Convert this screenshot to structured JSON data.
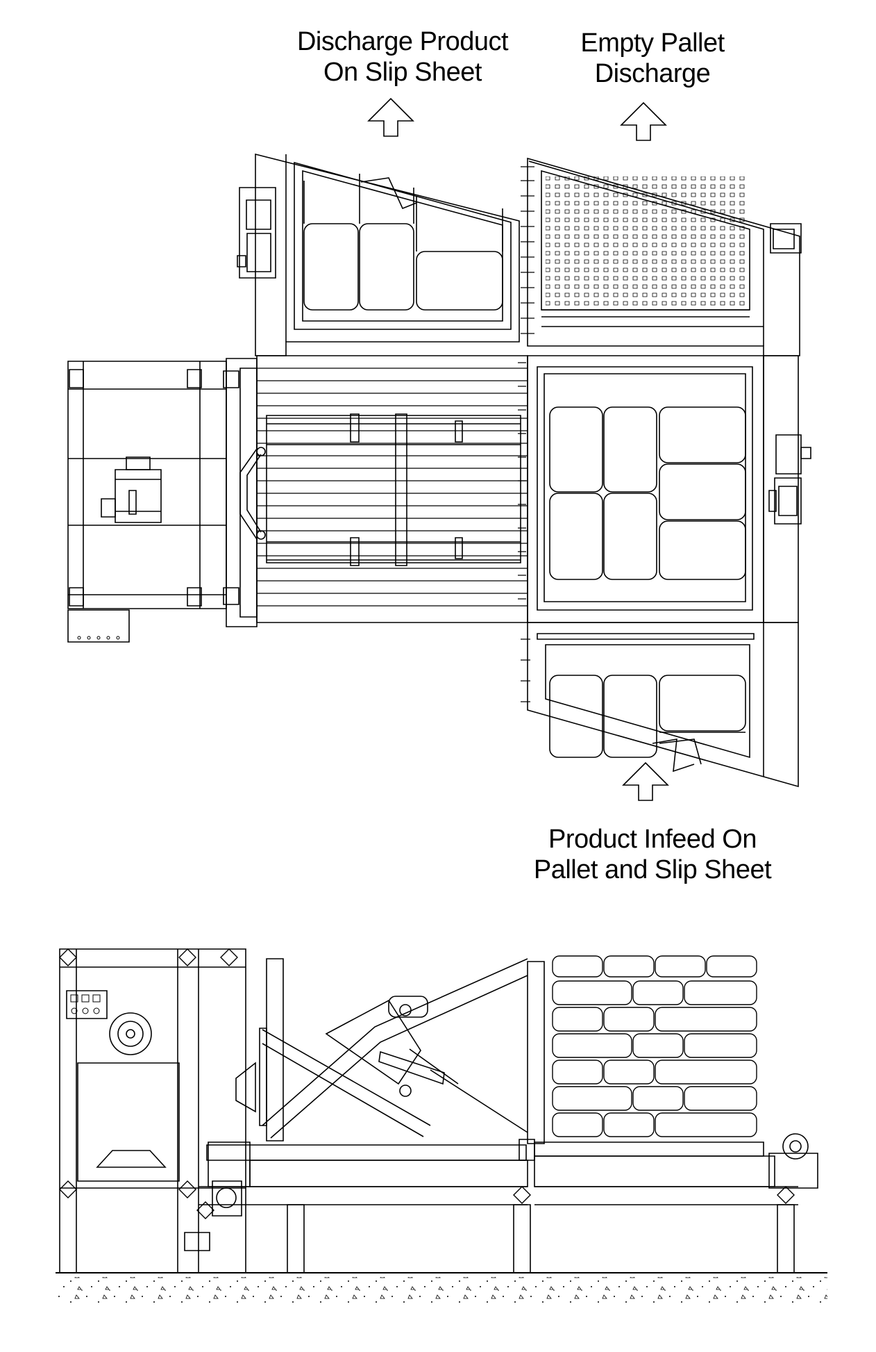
{
  "labels": {
    "discharge_product": {
      "line1": "Discharge Product",
      "line2": "On Slip Sheet"
    },
    "empty_pallet": {
      "line1": "Empty Pallet",
      "line2": "Discharge"
    },
    "product_infeed": {
      "line1": "Product Infeed On",
      "line2": "Pallet and Slip Sheet"
    }
  },
  "colors": {
    "line": "#000000",
    "background": "#ffffff"
  },
  "icons": [
    "up-arrow-icon",
    "up-arrow-icon",
    "up-arrow-icon"
  ]
}
